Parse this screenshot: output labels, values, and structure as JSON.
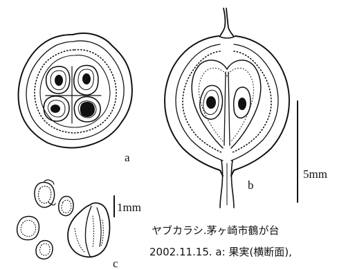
{
  "figure": {
    "panels": {
      "a": {
        "label": "a"
      },
      "b": {
        "label": "b"
      },
      "c": {
        "label": "c"
      }
    },
    "scale_bars": {
      "large": {
        "label": "5mm"
      },
      "small": {
        "label": "1mm"
      }
    },
    "caption": {
      "line1": "ヤブカラシ.茅ヶ崎市鶴が台",
      "line2": "2002.11.15. a: 果実(横断面),"
    },
    "colors": {
      "ink": "#111111",
      "paper": "#ffffff"
    }
  }
}
